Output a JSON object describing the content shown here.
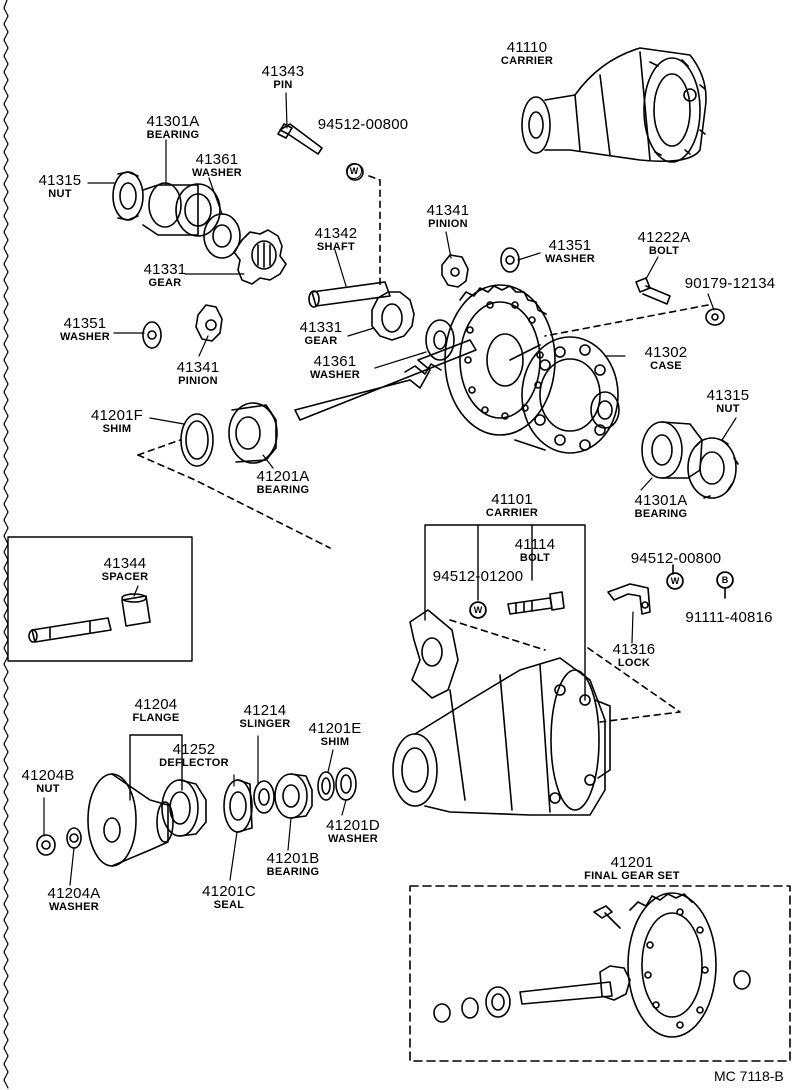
{
  "parts": {
    "p41110": {
      "number": "41110",
      "name": "CARRIER"
    },
    "p41343": {
      "number": "41343",
      "name": "PIN"
    },
    "p94512_00800_a": {
      "number": "94512-00800",
      "badge": "W"
    },
    "p41301A_a": {
      "number": "41301A",
      "name": "BEARING"
    },
    "p41361_a": {
      "number": "41361",
      "name": "WASHER"
    },
    "p41315_a": {
      "number": "41315",
      "name": "NUT"
    },
    "p41331_a": {
      "number": "41331",
      "name": "GEAR"
    },
    "p41342": {
      "number": "41342",
      "name": "SHAFT"
    },
    "p41341_a": {
      "number": "41341",
      "name": "PINION"
    },
    "p41351_a": {
      "number": "41351",
      "name": "WASHER"
    },
    "p41222A": {
      "number": "41222A",
      "name": "BOLT"
    },
    "p90179": {
      "number": "90179-12134"
    },
    "p41351_b": {
      "number": "41351",
      "name": "WASHER"
    },
    "p41341_b": {
      "number": "41341",
      "name": "PINION"
    },
    "p41331_b": {
      "number": "41331",
      "name": "GEAR"
    },
    "p41361_b": {
      "number": "41361",
      "name": "WASHER"
    },
    "p41302": {
      "number": "41302",
      "name": "CASE"
    },
    "p41315_b": {
      "number": "41315",
      "name": "NUT"
    },
    "p41201F": {
      "number": "41201F",
      "name": "SHIM"
    },
    "p41201A": {
      "number": "41201A",
      "name": "BEARING"
    },
    "p41301A_b": {
      "number": "41301A",
      "name": "BEARING"
    },
    "p41101": {
      "number": "41101",
      "name": "CARRIER"
    },
    "p41114": {
      "number": "41114",
      "name": "BOLT"
    },
    "p94512_01200": {
      "number": "94512-01200",
      "badge": "W"
    },
    "p94512_00800_b": {
      "number": "94512-00800",
      "badge": "W"
    },
    "p91111": {
      "number": "91111-40816",
      "badge": "B"
    },
    "p41316": {
      "number": "41316",
      "name": "LOCK"
    },
    "p41344": {
      "number": "41344",
      "name": "SPACER"
    },
    "p41204": {
      "number": "41204",
      "name": "FLANGE"
    },
    "p41214": {
      "number": "41214",
      "name": "SLINGER"
    },
    "p41252": {
      "number": "41252",
      "name": "DEFLECTOR"
    },
    "p41201E": {
      "number": "41201E",
      "name": "SHIM"
    },
    "p41204B": {
      "number": "41204B",
      "name": "NUT"
    },
    "p41201D": {
      "number": "41201D",
      "name": "WASHER"
    },
    "p41201B": {
      "number": "41201B",
      "name": "BEARING"
    },
    "p41201C": {
      "number": "41201C",
      "name": "SEAL"
    },
    "p41204A": {
      "number": "41204A",
      "name": "WASHER"
    },
    "p41201": {
      "number": "41201",
      "name": "FINAL GEAR SET"
    }
  },
  "drawing_ref": "MC  7118-B"
}
